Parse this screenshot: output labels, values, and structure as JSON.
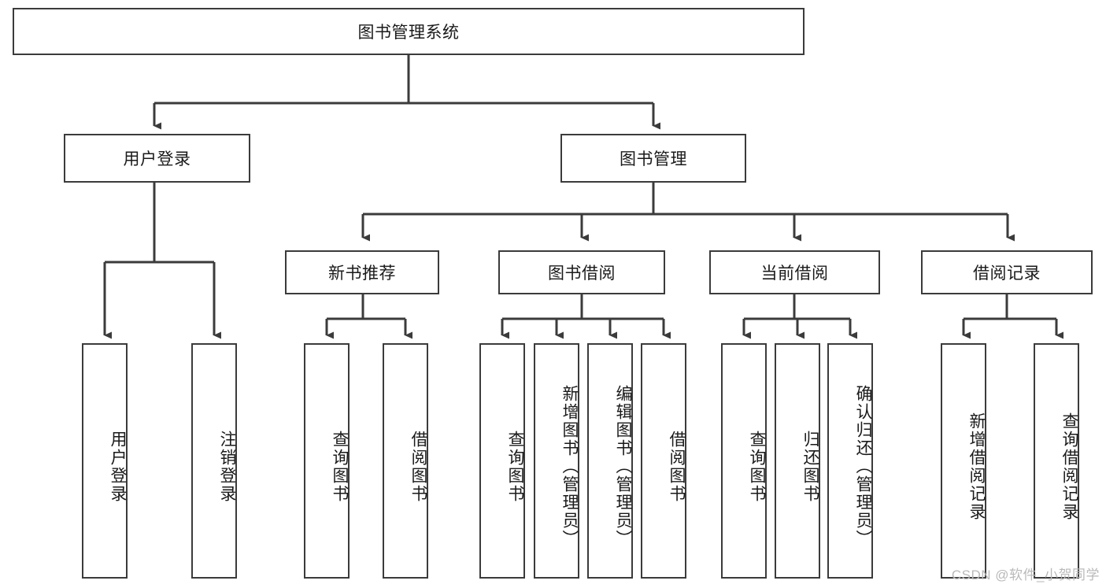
{
  "diagram": {
    "title": "图书管理系统",
    "type": "tree-hierarchy-diagram",
    "root": {
      "id": "root",
      "label": "图书管理系统"
    },
    "level1": [
      {
        "id": "user-login",
        "label": "用户登录"
      },
      {
        "id": "book-manage",
        "label": "图书管理"
      }
    ],
    "level2": [
      {
        "id": "new-book-recommend",
        "label": "新书推荐",
        "parent": "book-manage"
      },
      {
        "id": "book-borrow",
        "label": "图书借阅",
        "parent": "book-manage"
      },
      {
        "id": "current-borrow",
        "label": "当前借阅",
        "parent": "book-manage"
      },
      {
        "id": "borrow-record",
        "label": "借阅记录",
        "parent": "book-manage"
      }
    ],
    "leaves": {
      "user-login": [
        {
          "id": "leaf-user-login",
          "label": "用户登录"
        },
        {
          "id": "leaf-logout-login",
          "label": "注销登录"
        }
      ],
      "new-book-recommend": [
        {
          "id": "leaf-query-book-1",
          "label": "查询图书"
        },
        {
          "id": "leaf-borrow-book-1",
          "label": "借阅图书"
        }
      ],
      "book-borrow": [
        {
          "id": "leaf-query-book-2",
          "label": "查询图书"
        },
        {
          "id": "leaf-add-book",
          "label": "新增图书（管理员）"
        },
        {
          "id": "leaf-edit-book",
          "label": "编辑图书（管理员）"
        },
        {
          "id": "leaf-borrow-book-2",
          "label": "借阅图书"
        }
      ],
      "current-borrow": [
        {
          "id": "leaf-query-book-3",
          "label": "查询图书"
        },
        {
          "id": "leaf-return-book",
          "label": "归还图书"
        },
        {
          "id": "leaf-confirm-return",
          "label": "确认归还（管理员）"
        }
      ],
      "borrow-record": [
        {
          "id": "leaf-add-record",
          "label": "新增借阅记录"
        },
        {
          "id": "leaf-query-record",
          "label": "查询借阅记录"
        }
      ]
    }
  },
  "colors": {
    "stroke": "#3b3b3b",
    "background": "#ffffff",
    "text": "#1a1a1a",
    "watermark": "#b9b9b9"
  },
  "watermark": {
    "text": "CSDN @软件_小贺同学"
  }
}
